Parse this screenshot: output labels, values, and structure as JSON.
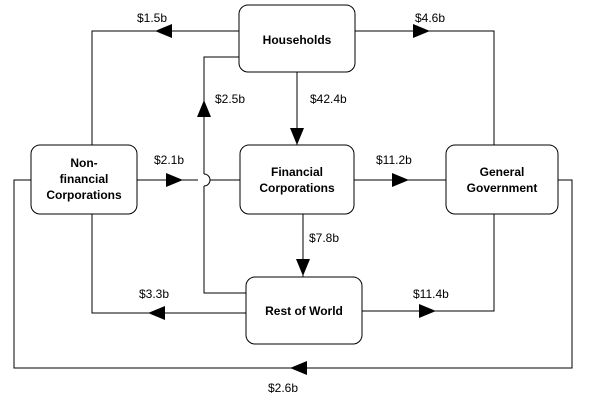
{
  "nodes": {
    "households": {
      "lines": [
        "Households"
      ]
    },
    "nonfinancial": {
      "lines": [
        "Non-",
        "financial",
        "Corporations"
      ]
    },
    "financial": {
      "lines": [
        "Financial",
        "Corporations"
      ]
    },
    "government": {
      "lines": [
        "General",
        "Government"
      ]
    },
    "rest_of_world": {
      "lines": [
        "Rest of World"
      ]
    }
  },
  "flows": {
    "nonfinancial_to_households": "$1.5b",
    "households_to_government": "$4.6b",
    "rest_of_world_to_households": "$2.5b",
    "households_to_financial": "$42.4b",
    "nonfinancial_to_financial": "$2.1b",
    "financial_to_government": "$11.2b",
    "financial_to_rest_of_world": "$7.8b",
    "rest_of_world_to_nonfinancial": "$3.3b",
    "rest_of_world_to_government": "$11.4b",
    "government_to_nonfinancial": "$2.6b"
  }
}
